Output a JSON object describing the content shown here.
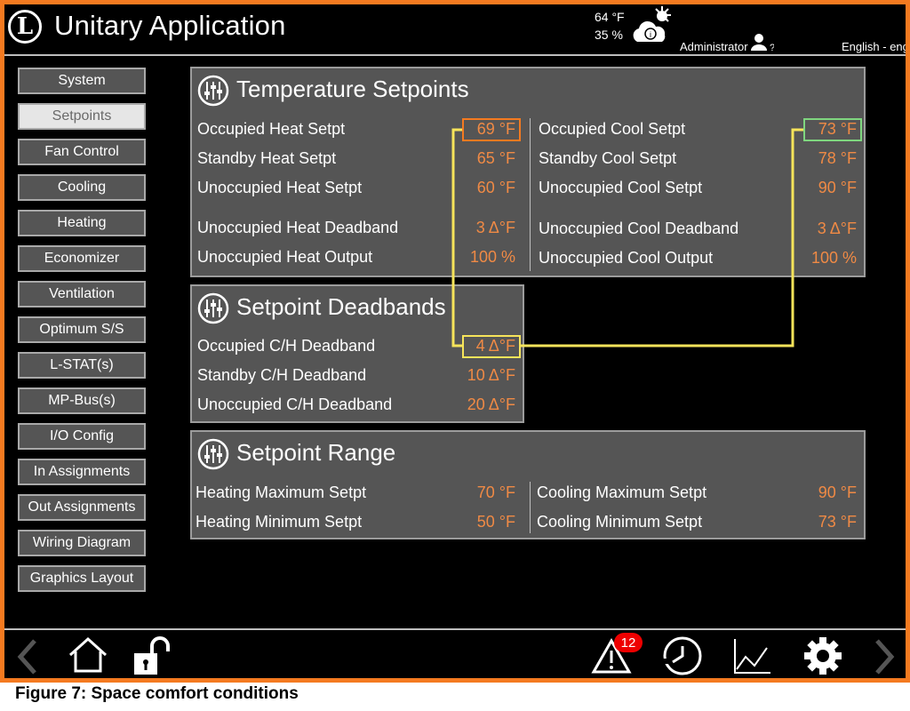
{
  "header": {
    "app_title": "Unitary Application",
    "logo_letter": "L",
    "weather": {
      "temperature": "64 °F",
      "humidity": "35 %",
      "icon": "partly-sunny-cloud-icon"
    },
    "user": {
      "name": "Administrator",
      "icon": "user-icon"
    },
    "language": "English - eng"
  },
  "sidebar": {
    "items": [
      {
        "label": "System"
      },
      {
        "label": "Setpoints",
        "active": true
      },
      {
        "label": "Fan Control"
      },
      {
        "label": "Cooling"
      },
      {
        "label": "Heating"
      },
      {
        "label": "Economizer"
      },
      {
        "label": "Ventilation"
      },
      {
        "label": "Optimum S/S"
      },
      {
        "label": "L-STAT(s)"
      },
      {
        "label": "MP-Bus(s)"
      },
      {
        "label": "I/O Config"
      },
      {
        "label": "In Assignments"
      },
      {
        "label": "Out Assignments"
      },
      {
        "label": "Wiring Diagram"
      },
      {
        "label": "Graphics Layout"
      }
    ]
  },
  "temperature_setpoints": {
    "title": "Temperature Setpoints",
    "icon": "sliders-icon",
    "heat": [
      {
        "label": "Occupied Heat Setpt",
        "value": "69 °F"
      },
      {
        "label": "Standby Heat Setpt",
        "value": "65 °F"
      },
      {
        "label": "Unoccupied Heat Setpt",
        "value": "60 °F"
      },
      {
        "label": "Unoccupied Heat Deadband",
        "value": "3 Δ°F"
      },
      {
        "label": "Unoccupied Heat Output",
        "value": "100 %"
      }
    ],
    "cool": [
      {
        "label": "Occupied Cool Setpt",
        "value": "73 °F"
      },
      {
        "label": "Standby Cool Setpt",
        "value": "78 °F"
      },
      {
        "label": "Unoccupied Cool Setpt",
        "value": "90 °F"
      },
      {
        "label": "Unoccupied Cool Deadband",
        "value": "3 Δ°F"
      },
      {
        "label": "Unoccupied Cool Output",
        "value": "100 %"
      }
    ]
  },
  "setpoint_deadbands": {
    "title": "Setpoint Deadbands",
    "icon": "sliders-icon",
    "rows": [
      {
        "label": "Occupied C/H Deadband",
        "value": "4 Δ°F"
      },
      {
        "label": "Standby C/H Deadband",
        "value": "10 Δ°F"
      },
      {
        "label": "Unoccupied C/H Deadband",
        "value": "20 Δ°F"
      }
    ]
  },
  "setpoint_range": {
    "title": "Setpoint Range",
    "icon": "sliders-icon",
    "heat": [
      {
        "label": "Heating Maximum Setpt",
        "value": "70 °F"
      },
      {
        "label": "Heating Minimum Setpt",
        "value": "50 °F"
      }
    ],
    "cool": [
      {
        "label": "Cooling Maximum Setpt",
        "value": "90 °F"
      },
      {
        "label": "Cooling Minimum Setpt",
        "value": "73 °F"
      }
    ]
  },
  "highlight_colors": {
    "heat": "#f47a20",
    "cool": "#7fd67f",
    "deadband": "#f6e45a",
    "value_text": "#f08a45"
  },
  "footer": {
    "alarm_count": "12",
    "icons": [
      "back-arrow-icon",
      "home-icon",
      "unlock-icon",
      "alarm-icon",
      "schedule-clock-icon",
      "trend-chart-icon",
      "settings-gear-icon",
      "forward-arrow-icon"
    ]
  },
  "caption": "Figure 7:  Space comfort conditions"
}
